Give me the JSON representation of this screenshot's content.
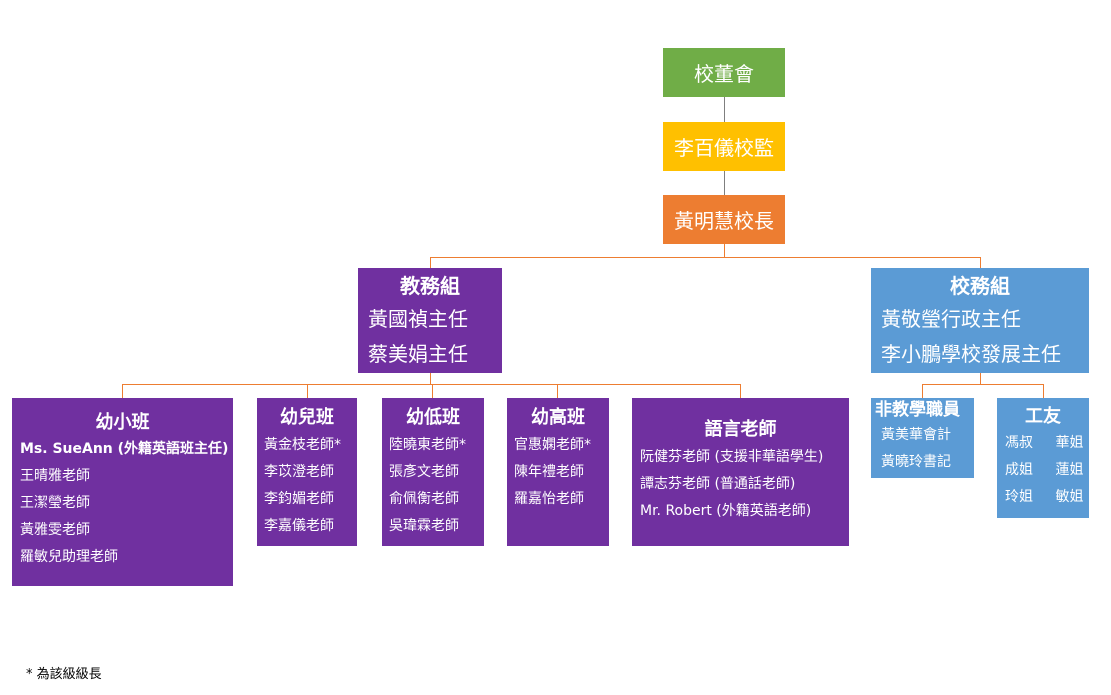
{
  "colors": {
    "board": "#70ad47",
    "supervisor": "#ffc000",
    "principal": "#ed7d31",
    "academic": "#7030a0",
    "admin": "#5b9bd5",
    "connector": "#ed7d31"
  },
  "board": {
    "label": "校董會"
  },
  "supervisor": {
    "label": "李百儀校監"
  },
  "principal": {
    "label": "黃明慧校長"
  },
  "academic": {
    "title": "教務組",
    "lines": [
      "黃國禎主任",
      "蔡美娟主任"
    ],
    "classes": [
      {
        "title": "幼小班",
        "items": [
          "Ms. SueAnn (外籍英語班主任)",
          "王晴雅老師",
          "王潔瑩老師",
          "黃雅雯老師",
          "羅敏兒助理老師"
        ]
      },
      {
        "title": "幼兒班",
        "items": [
          "黃金枝老師*",
          "李苡澄老師",
          "李鈞媚老師",
          "李嘉儀老師"
        ]
      },
      {
        "title": "幼低班",
        "items": [
          "陸曉東老師*",
          "張彥文老師",
          "俞佩衡老師",
          "吳瑋霖老師"
        ]
      },
      {
        "title": "幼高班",
        "items": [
          "官惠嫻老師*",
          "陳年禮老師",
          "羅嘉怡老師"
        ]
      },
      {
        "title": "語言老師",
        "items": [
          "阮健芬老師 (支援非華語學生)",
          "譚志芬老師 (普通話老師)",
          "Mr. Robert (外籍英語老師)"
        ]
      }
    ]
  },
  "admin": {
    "title": "校務組",
    "lines": [
      "黃敬瑩行政主任",
      "李小鵬學校發展主任"
    ],
    "nonteaching": {
      "title": "非教學職員",
      "items": [
        "黃美華會計",
        "黃曉玲書記"
      ]
    },
    "workers": {
      "title": "工友",
      "rows": [
        [
          "馮叔",
          "華姐"
        ],
        [
          "成姐",
          "蓮姐"
        ],
        [
          "玲姐",
          "敏姐"
        ]
      ]
    }
  },
  "footnote": "* 為該級級長"
}
